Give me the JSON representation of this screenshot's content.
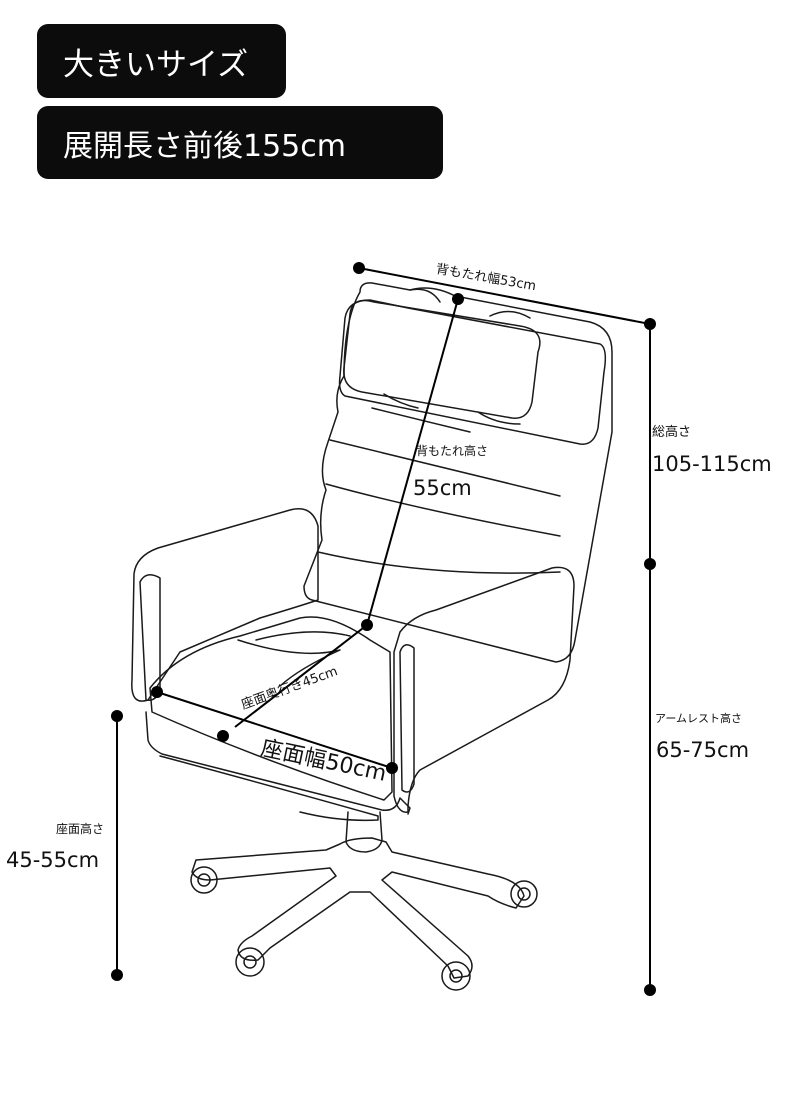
{
  "badges": {
    "size": "大きいサイズ",
    "length": "展開長さ前後155cm"
  },
  "dimensions": {
    "backrest_width": "背もたれ幅53cm",
    "backrest_height_label": "背もたれ高さ",
    "backrest_height_value": "55cm",
    "total_height_label": "総高さ",
    "total_height_value": "105-115cm",
    "seat_depth": "座面奥行き45cm",
    "seat_width": "座面幅50cm",
    "armrest_height_label": "アームレスト高さ",
    "armrest_height_value": "65-75cm",
    "seat_height_label": "座面高さ",
    "seat_height_value": "45-55cm"
  }
}
